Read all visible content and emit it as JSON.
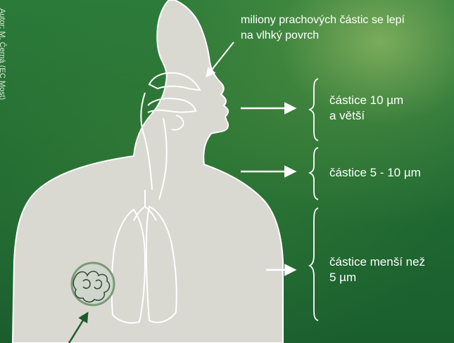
{
  "author": "Autor: M. Černá (EC Most)",
  "top_note": {
    "line1": "miliony prachových částic se lepí",
    "line2": "na vlhký povrch"
  },
  "particles": [
    {
      "line1": "částice 10 µm",
      "line2": "a větší"
    },
    {
      "line1": "částice 5 - 10 µm",
      "line2": ""
    },
    {
      "line1": "částice menší než",
      "line2": "5 µm"
    }
  ],
  "colors": {
    "background_dark": "#1a5e2e",
    "background_light": "#b4d278",
    "outline": "#ffffff",
    "pointer_arrow": "#1f5a2c"
  }
}
